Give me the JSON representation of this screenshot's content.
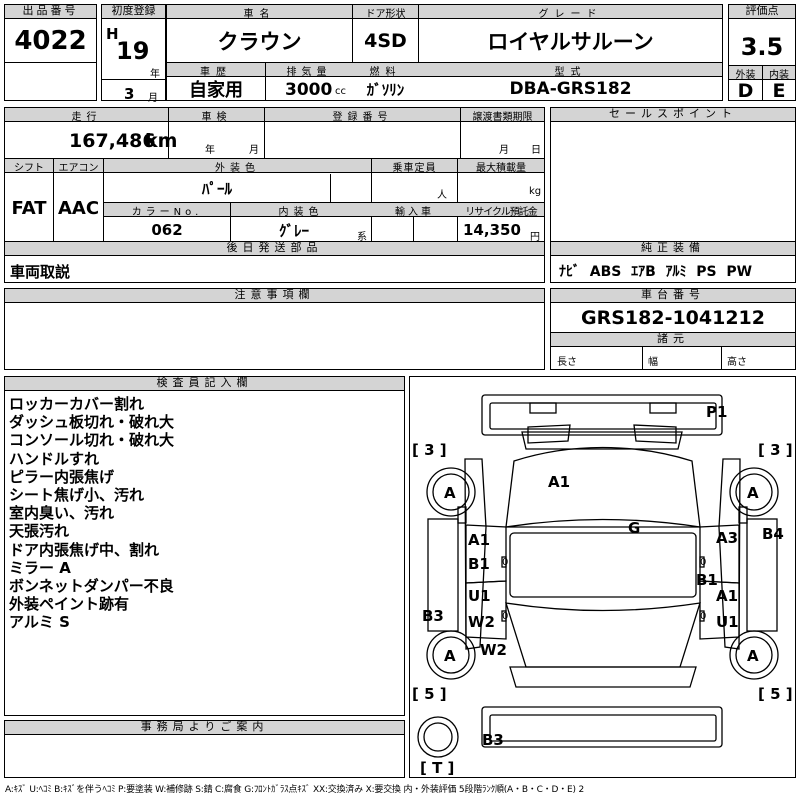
{
  "header": {
    "lot_label": "出品番号",
    "lot_number": "4022",
    "first_reg_label": "初度登録",
    "era": "H",
    "year": "19",
    "year_unit": "年",
    "month": "3",
    "month_unit": "月",
    "car_name_label": "車名",
    "car_name": "クラウン",
    "door_label": "ドア形状",
    "door": "4SD",
    "grade_label": "グレード",
    "grade": "ロイヤルサルーン",
    "score_label": "評価点",
    "score": "3.5",
    "history_label": "車歴",
    "history": "自家用",
    "displacement_label": "排気量",
    "displacement": "3000",
    "displacement_unit": "cc",
    "fuel_label": "燃料",
    "fuel": "ｶﾞｿﾘﾝ",
    "model_label": "型式",
    "model": "DBA-GRS182",
    "exterior_label": "外装",
    "exterior_grade": "D",
    "interior_label": "内装",
    "interior_grade": "E"
  },
  "spec": {
    "mileage_label": "走行",
    "mileage": "167,486",
    "mileage_unit": "km",
    "inspection_label": "車検",
    "year_unit": "年",
    "month_unit": "月",
    "day_unit": "日",
    "reg_no_label": "登録番号",
    "transfer_label": "譲渡書類期限",
    "shift_label": "シフト",
    "shift": "FAT",
    "ac_label": "エアコン",
    "ac": "AAC",
    "ext_color_label": "外装色",
    "ext_color": "ﾊﾟｰﾙ",
    "capacity_label": "乗車定員",
    "capacity_unit": "人",
    "max_load_label": "最大積載量",
    "max_load_unit": "kg",
    "color_no_label": "カラーNo.",
    "color_no": "062",
    "int_color_label": "内装色",
    "int_color": "ｸﾞﾚｰ",
    "int_color_unit": "系",
    "import_label": "輸入車",
    "recycle_label": "リサイクル預託金",
    "recycle": "14,350",
    "recycle_unit": "円",
    "later_label": "後日発送部品",
    "later": "車両取説"
  },
  "right_panel": {
    "sales_label": "セールスポイント",
    "equipment_label": "純正装備",
    "equipment": "ﾅﾋﾞ  ABS  ｴｱB  ｱﾙﾐ  PS  PW",
    "chassis_label": "車台番号",
    "chassis": "GRS182-1041212",
    "dims_label": "諸元",
    "length_label": "長さ",
    "width_label": "幅",
    "height_label": "高さ"
  },
  "caution": {
    "label": "注意事項欄"
  },
  "inspector": {
    "label": "検査員記入欄",
    "notes": [
      "ロッカーカバー割れ",
      "ダッシュ板切れ・破れ大",
      "コンソール切れ・破れ大",
      "ハンドルすれ",
      "ピラー内張焦げ",
      "シート焦げ小、汚れ",
      "室内臭い、汚れ",
      "天張汚れ",
      "ドア内張焦げ中、割れ",
      "ミラー A",
      "ボンネットダンパー不良",
      "外装ペイント跡有",
      "アルミ S"
    ]
  },
  "office": {
    "label": "事務局よりご案内"
  },
  "legend": "A:ｷｽﾞ  U:ﾍｺﾐ  B:ｷｽﾞを伴うﾍｺﾐ  P:要塗装  W:補修跡  S:錆  C:腐食  G:ﾌﾛﾝﾄｶﾞﾗｽ点ｷｽﾞ  XX:交換済み  X:要交換  内・外装評価  5段階ﾗﾝｸ順(A・B・C・D・E)  2",
  "diagram": {
    "marks": [
      "P1",
      "A1",
      "G",
      "A1",
      "B1",
      "A3",
      "B4",
      "B1",
      "U1",
      "W2",
      "A1",
      "U1",
      "B3",
      "W2",
      "B3"
    ],
    "tire_marks": [
      "A",
      "A",
      "A",
      "A"
    ],
    "tire_counts": [
      "[ 3 ]",
      "[ 3 ]",
      "[ 5 ]",
      "[ 5 ]",
      "[ T ]"
    ]
  }
}
